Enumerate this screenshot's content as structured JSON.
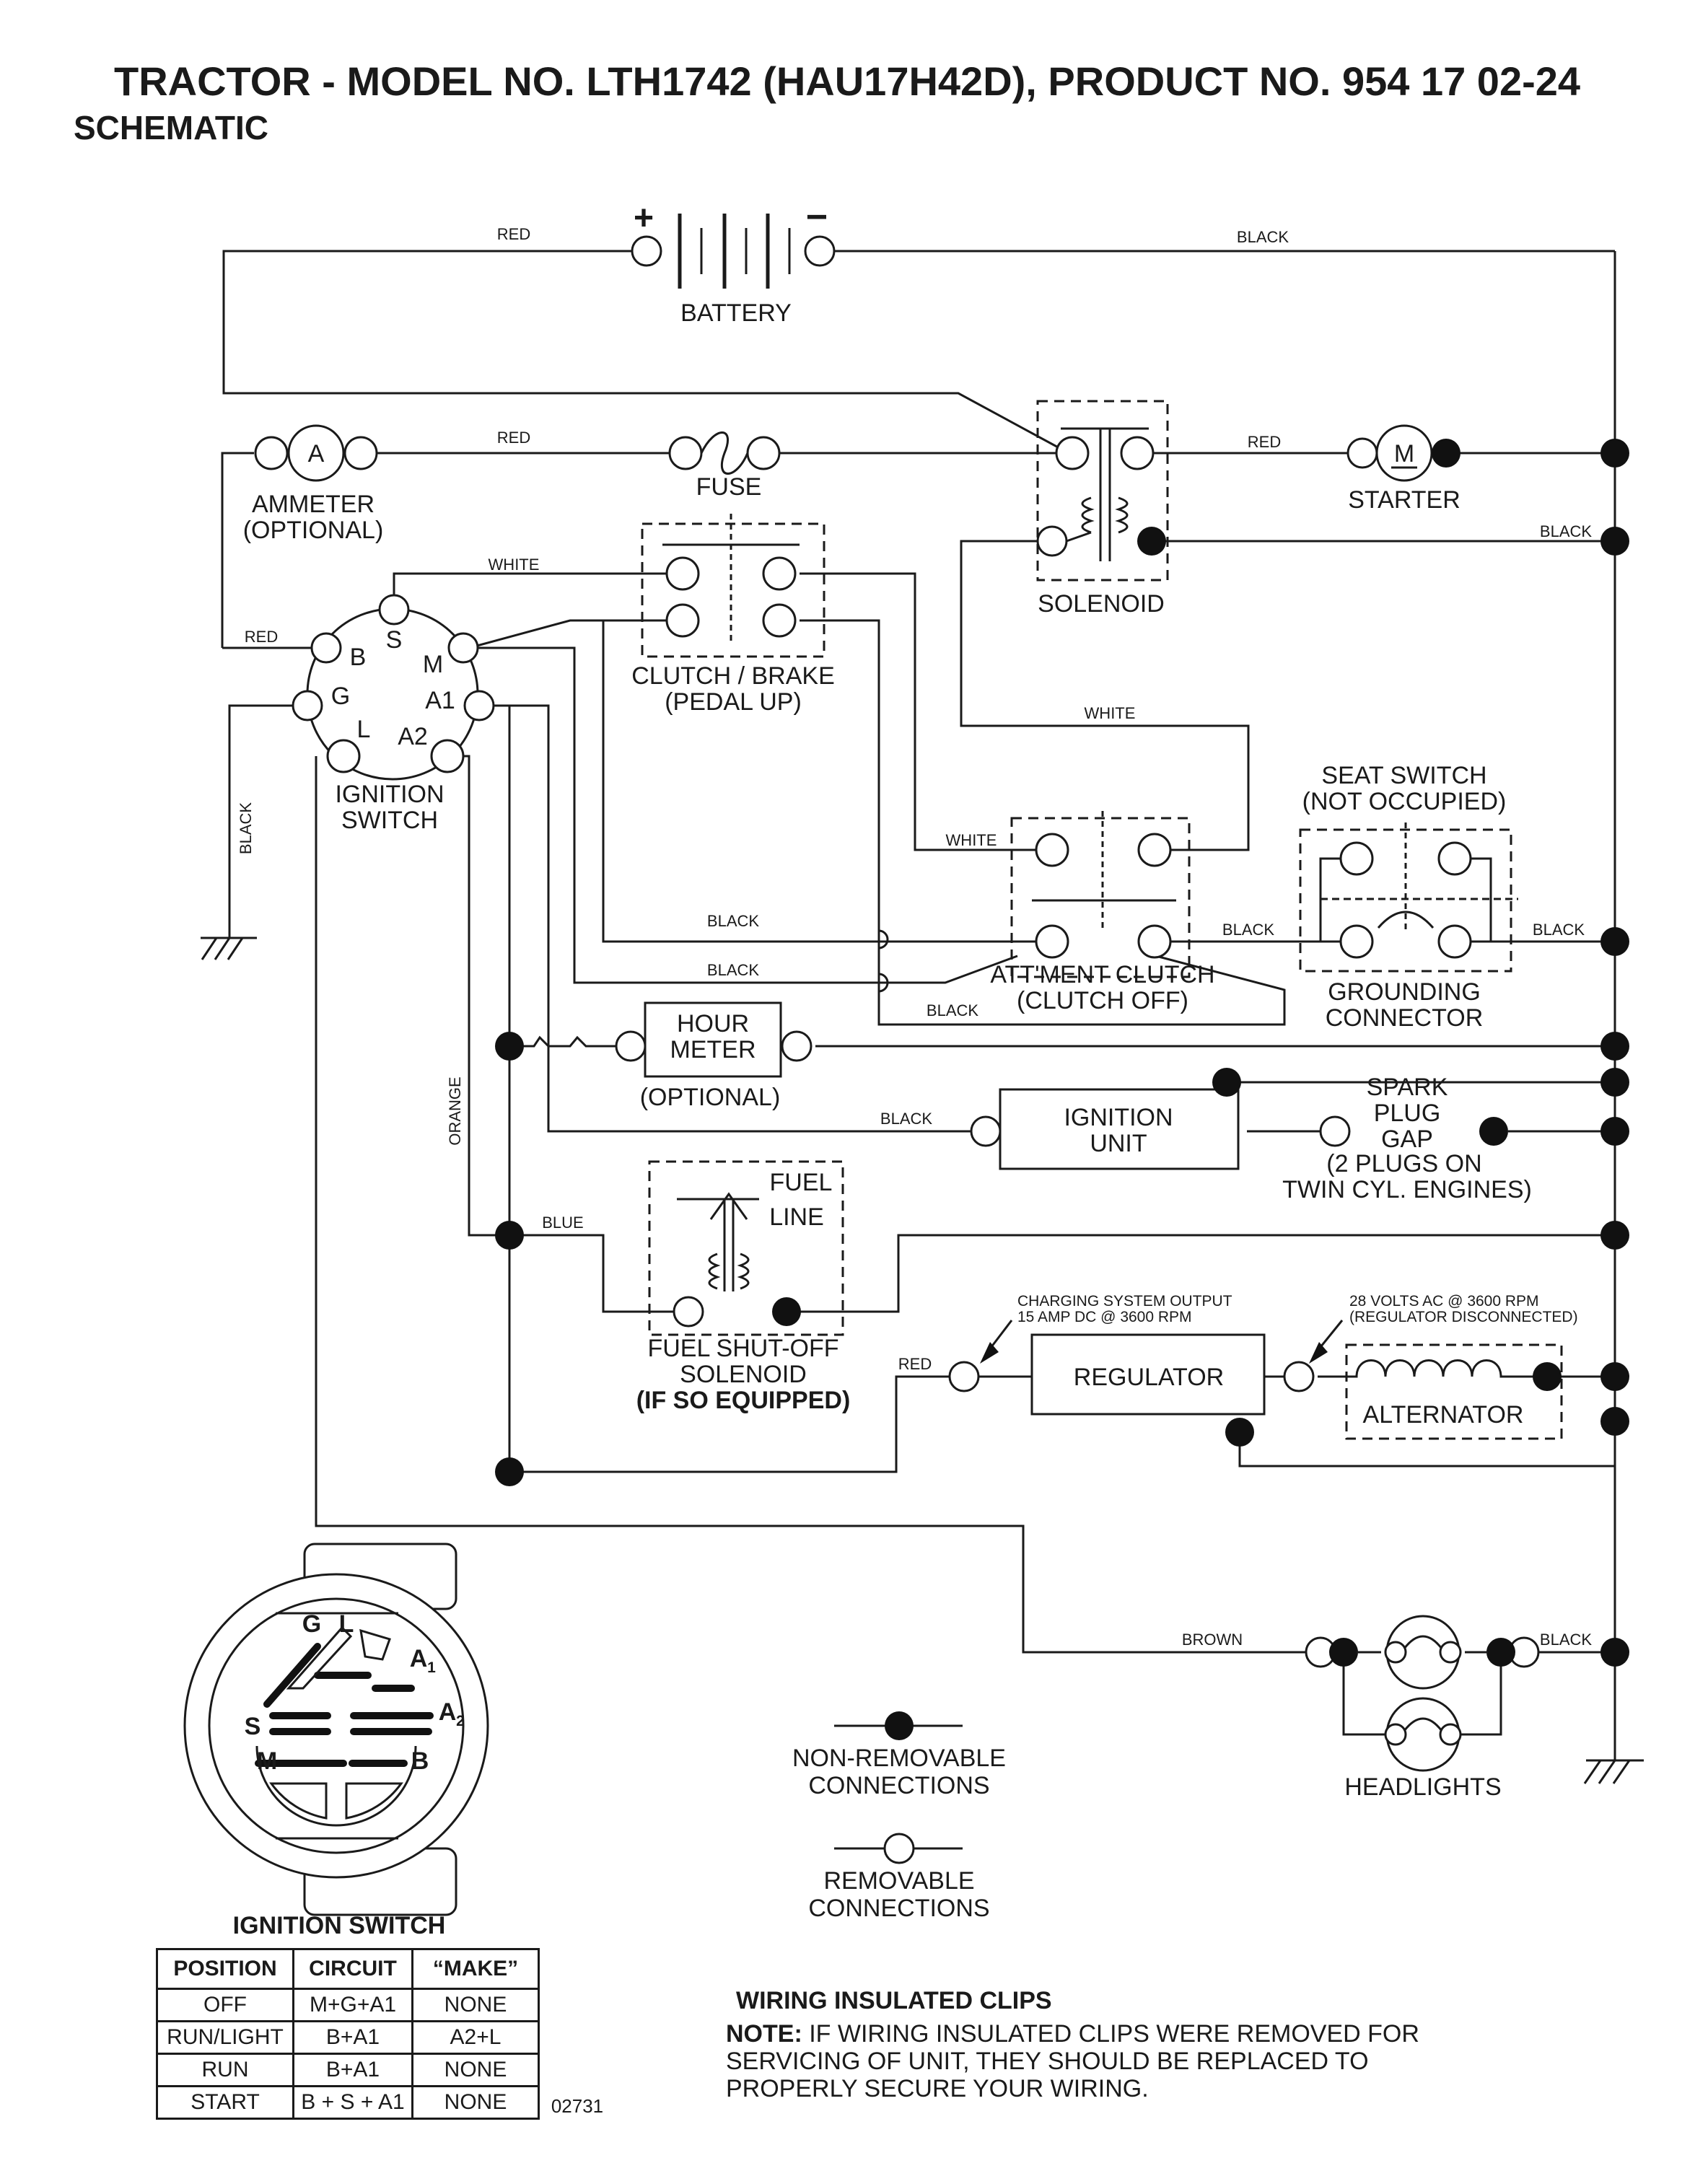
{
  "header": {
    "title": "TRACTOR - MODEL NO. LTH1742 (HAU17H42D), PRODUCT NO. 954 17 02-24",
    "subtitle": "SCHEMATIC"
  },
  "components": {
    "battery": "BATTERY",
    "battery_plus": "+",
    "battery_minus": "−",
    "ammeter_symbol": "A",
    "ammeter_line1": "AMMETER",
    "ammeter_line2": "(OPTIONAL)",
    "fuse": "FUSE",
    "solenoid": "SOLENOID",
    "starter_symbol": "M",
    "starter": "STARTER",
    "clutch_brake_line1": "CLUTCH / BRAKE",
    "clutch_brake_line2": "(PEDAL UP)",
    "ignition_switch_line1": "IGNITION",
    "ignition_switch_line2": "SWITCH",
    "terminals": {
      "s": "S",
      "b": "B",
      "m": "M",
      "g": "G",
      "a1": "A1",
      "l": "L",
      "a2": "A2"
    },
    "seat_switch_line1": "SEAT SWITCH",
    "seat_switch_line2": "(NOT OCCUPIED)",
    "grounding_line1": "GROUNDING",
    "grounding_line2": "CONNECTOR",
    "attment_line1": "ATT'MENT CLUTCH",
    "attment_line2": "(CLUTCH OFF)",
    "hour_meter_line1": "HOUR",
    "hour_meter_line2": "METER",
    "hour_meter_opt": "(OPTIONAL)",
    "ignition_unit_line1": "IGNITION",
    "ignition_unit_line2": "UNIT",
    "spark_line1": "SPARK",
    "spark_line2": "PLUG",
    "spark_line3": "GAP",
    "spark_line4": "(2 PLUGS ON",
    "spark_line5": "TWIN CYL. ENGINES)",
    "fuel_line1": "FUEL",
    "fuel_line2": "LINE",
    "fuel_sol_line1": "FUEL SHUT-OFF",
    "fuel_sol_line2": "SOLENOID",
    "fuel_sol_line3": "(IF SO EQUIPPED)",
    "charging_line1": "CHARGING SYSTEM OUTPUT",
    "charging_line2": "15 AMP DC @ 3600 RPM",
    "regulator": "REGULATOR",
    "volts_line1": "28 VOLTS AC @ 3600 RPM",
    "volts_line2": "(REGULATOR DISCONNECTED)",
    "alternator": "ALTERNATOR",
    "headlights": "HEADLIGHTS"
  },
  "wire_colors": {
    "red": "RED",
    "black": "BLACK",
    "white": "WHITE",
    "orange": "ORANGE",
    "blue": "BLUE",
    "brown": "BROWN"
  },
  "legend": {
    "non_removable_line1": "NON-REMOVABLE",
    "non_removable_line2": "CONNECTIONS",
    "removable_line1": "REMOVABLE",
    "removable_line2": "CONNECTIONS"
  },
  "switch_face": {
    "title": "IGNITION SWITCH",
    "letters": {
      "g": "G",
      "l": "L",
      "a1": "A",
      "a1_sub": "1",
      "s": "S",
      "a2": "A",
      "a2_sub": "2",
      "m": "M",
      "b": "B"
    }
  },
  "ignition_table": {
    "headers": [
      "POSITION",
      "CIRCUIT",
      "“MAKE”"
    ],
    "rows": [
      [
        "OFF",
        "M+G+A1",
        "NONE"
      ],
      [
        "RUN/LIGHT",
        "B+A1",
        "A2+L"
      ],
      [
        "RUN",
        "B+A1",
        "NONE"
      ],
      [
        "START",
        "B + S + A1",
        "NONE"
      ]
    ]
  },
  "doc_number": "02731",
  "notes": {
    "clips_title": "WIRING INSULATED CLIPS",
    "note_label": "NOTE:",
    "note_line1": " IF WIRING INSULATED CLIPS WERE REMOVED FOR",
    "note_line2": "SERVICING OF UNIT, THEY SHOULD BE REPLACED TO",
    "note_line3": "PROPERLY SECURE YOUR WIRING."
  }
}
